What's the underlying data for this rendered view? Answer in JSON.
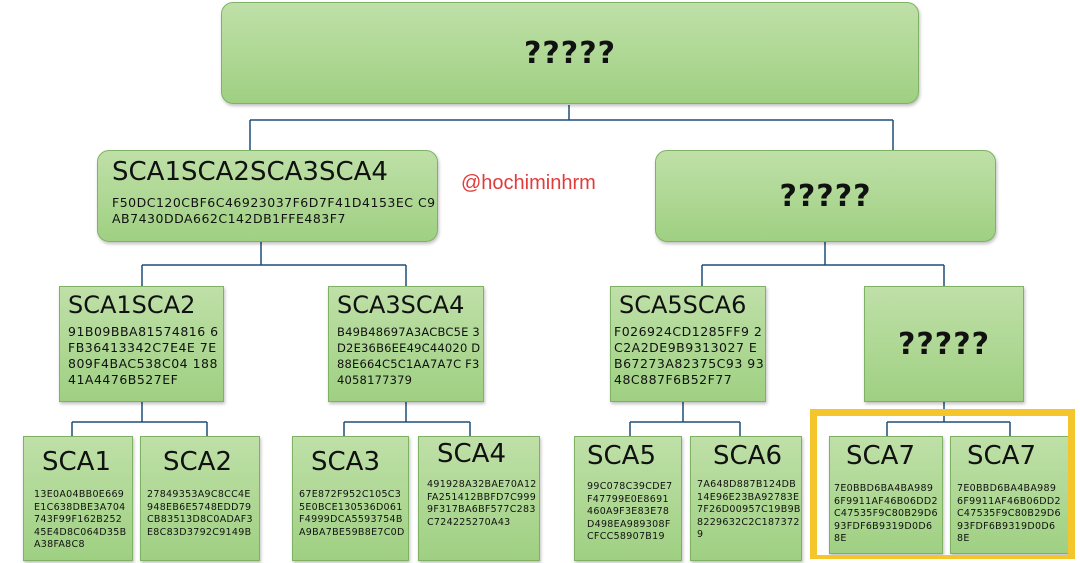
{
  "watermark": "@hochiminhrm",
  "root": {
    "title": "?????"
  },
  "level1": {
    "left": {
      "title": "SCA1SCA2SCA3SCA4",
      "hash": "F50DC120CBF6C46923037F6D7F41D4153EC C9AB7430DDA662C142DB1FFE483F7"
    },
    "right": {
      "title": "?????"
    }
  },
  "level2": {
    "n1": {
      "title": "SCA1SCA2",
      "hash": "91B09BBA81574816 6FB36413342C7E4E 7E809F4BAC538C04 18841A4476B527EF"
    },
    "n2": {
      "title": "SCA3SCA4",
      "hash": "B49B48697A3ACBC5E 3D2E36B6EE49C44020 D88E664C5C1AA7A7C F34058177379"
    },
    "n3": {
      "title": "SCA5SCA6",
      "hash": "F026924CD1285FF9 2C2A2DE9B9313027 EB67273A82375C93 9348C887F6B52F77"
    },
    "n4": {
      "title": "?????"
    }
  },
  "leaves": {
    "sca1": {
      "title": "SCA1",
      "hash": "13E0A04BB0E669E1C638DBE3A704743F99F162B25245E4D8C064D35BA38FA8C8"
    },
    "sca2": {
      "title": "SCA2",
      "hash": "27849353A9C8CC4E948EB6E5748EDD79CB83513D8C0ADAF3E8C83D3792C9149B"
    },
    "sca3": {
      "title": "SCA3",
      "hash": "67E872F952C105C35E0BCE130536D061F4999DCA5593754BA9BA7BE59B8E7C0D"
    },
    "sca4": {
      "title": "SCA4",
      "hash": "491928A32BAE70A12FA251412BBFD7C9999F317BA6BF577C283C724225270A43"
    },
    "sca5": {
      "title": "SCA5",
      "hash": "99C078C39CDE7F47799E0E8691460A9F3E83E78D498EA989308FCFCC58907B19"
    },
    "sca6": {
      "title": "SCA6",
      "hash": "7A648D887B124DB14E96E23BA92783E7F26D00957C19B9B8229632C2C1873729"
    },
    "sca7a": {
      "title": "SCA7",
      "hash": "7E0BBD6BA4BA9896F9911AF46B06DD2C47535F9C80B29D693FDF6B9319D0D68E"
    },
    "sca7b": {
      "title": "SCA7",
      "hash": "7E0BBD6BA4BA9896F9911AF46B06DD2C47535F9C80B29D693FDF6B9319D0D68E"
    }
  },
  "colors": {
    "node_fill": "#a8d68c",
    "node_border": "#7fb165",
    "connector": "#1f4e79",
    "watermark": "#e23b3b",
    "highlight": "#f5c52c"
  }
}
